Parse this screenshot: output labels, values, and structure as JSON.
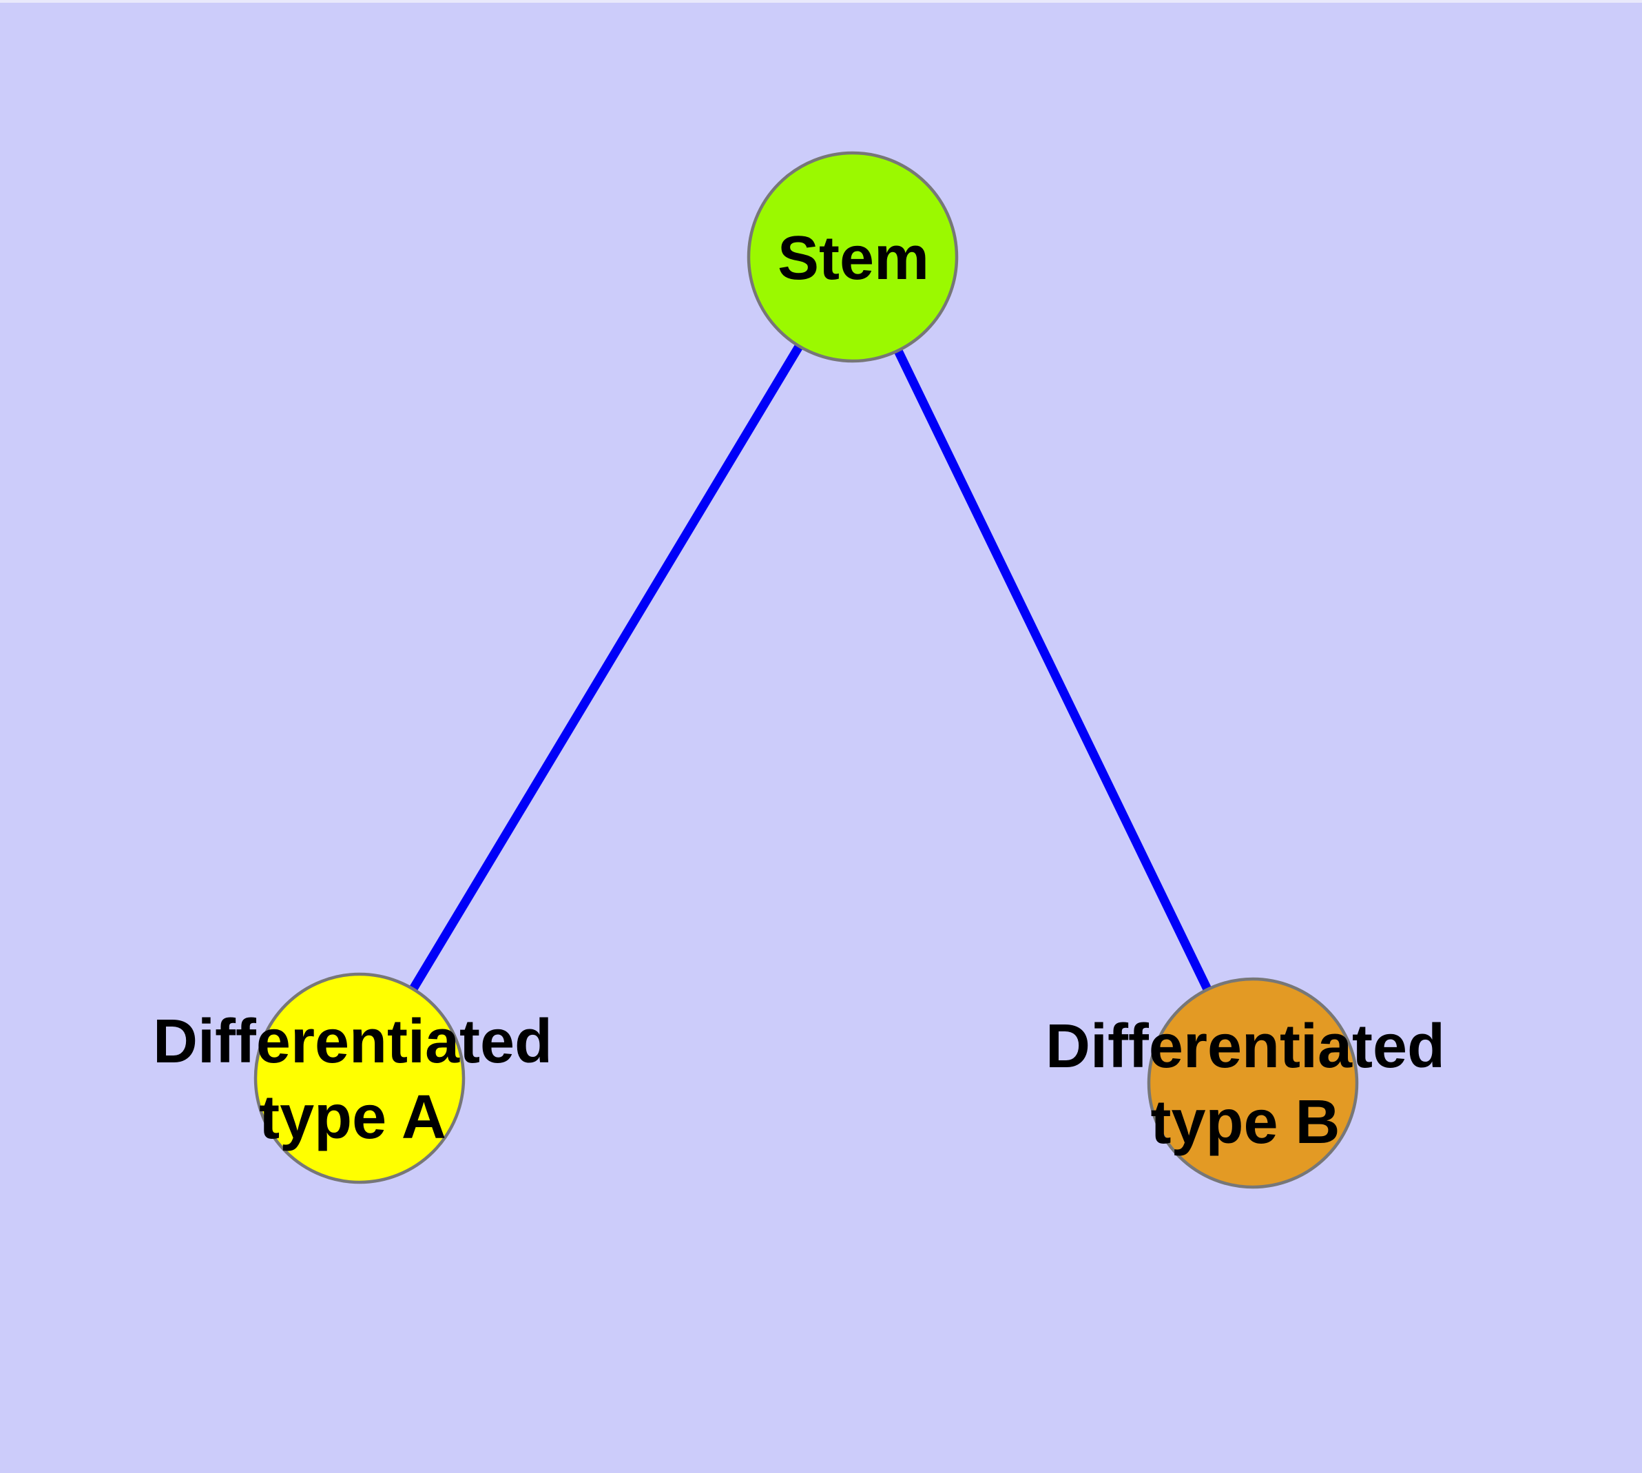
{
  "canvas": {
    "background": "#ccccfa",
    "top_strip": "#e9e9fb"
  },
  "graph": {
    "edge_color": "#0000f8",
    "node_border_color": "#777777",
    "label_color": "#000000",
    "nodes": {
      "stem": {
        "label": "Stem",
        "fill": "#9bf900"
      },
      "type_a": {
        "label_line1": "Differentiated",
        "label_line2": "type A",
        "fill": "#ffff00"
      },
      "type_b": {
        "label_line1": "Differentiated",
        "label_line2": "type B",
        "fill": "#e39a24"
      }
    },
    "edges": [
      {
        "from": "Stem",
        "to": "Differentiated type A"
      },
      {
        "from": "Stem",
        "to": "Differentiated type B"
      }
    ]
  }
}
